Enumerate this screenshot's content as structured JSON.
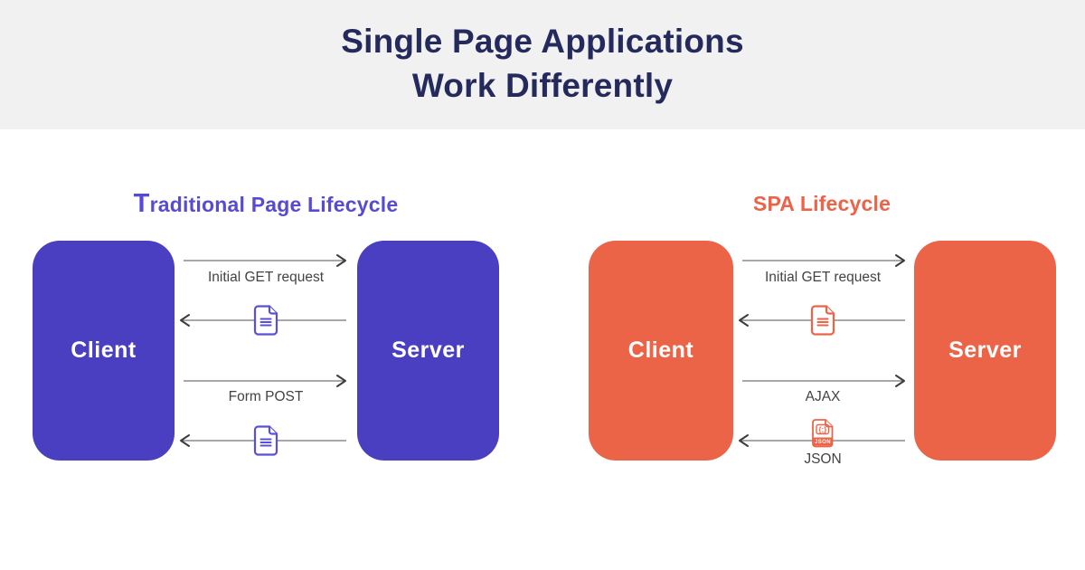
{
  "header": {
    "title_line1": "Single Page Applications",
    "title_line2": "Work Differently"
  },
  "traditional": {
    "heading": "Traditional Page Lifecycle",
    "client_label": "Client",
    "server_label": "Server",
    "flows": {
      "initial_get": {
        "label": "Initial GET request",
        "direction": "client-to-server"
      },
      "html_response_1": {
        "direction": "server-to-client",
        "icon": "html-document-icon"
      },
      "form_post": {
        "label": "Form POST",
        "direction": "client-to-server"
      },
      "html_response_2": {
        "direction": "server-to-client",
        "icon": "html-document-icon"
      }
    }
  },
  "spa": {
    "heading": "SPA Lifecycle",
    "client_label": "Client",
    "server_label": "Server",
    "flows": {
      "initial_get": {
        "label": "Initial GET request",
        "direction": "client-to-server"
      },
      "html_response": {
        "direction": "server-to-client",
        "icon": "html-document-icon"
      },
      "ajax": {
        "label": "AJAX",
        "direction": "client-to-server"
      },
      "json_response": {
        "label": "JSON",
        "direction": "server-to-client",
        "icon": "json-file-icon",
        "icon_glyph": "{;}",
        "icon_badge": "JSON"
      }
    }
  },
  "colors": {
    "header_background": "#f1f1f2",
    "title_text": "#252a5d",
    "traditional_heading": "#574bd0",
    "traditional_box": "#4a3fc0",
    "traditional_icon": "#5a50d8",
    "spa_heading": "#ee6247",
    "spa_box": "#eb6448",
    "spa_icon": "#eb6448",
    "arrow_line": "#757575",
    "arrow_head": "#3d3d3d",
    "flow_label_text": "#434343",
    "box_text": "#ffffff"
  }
}
